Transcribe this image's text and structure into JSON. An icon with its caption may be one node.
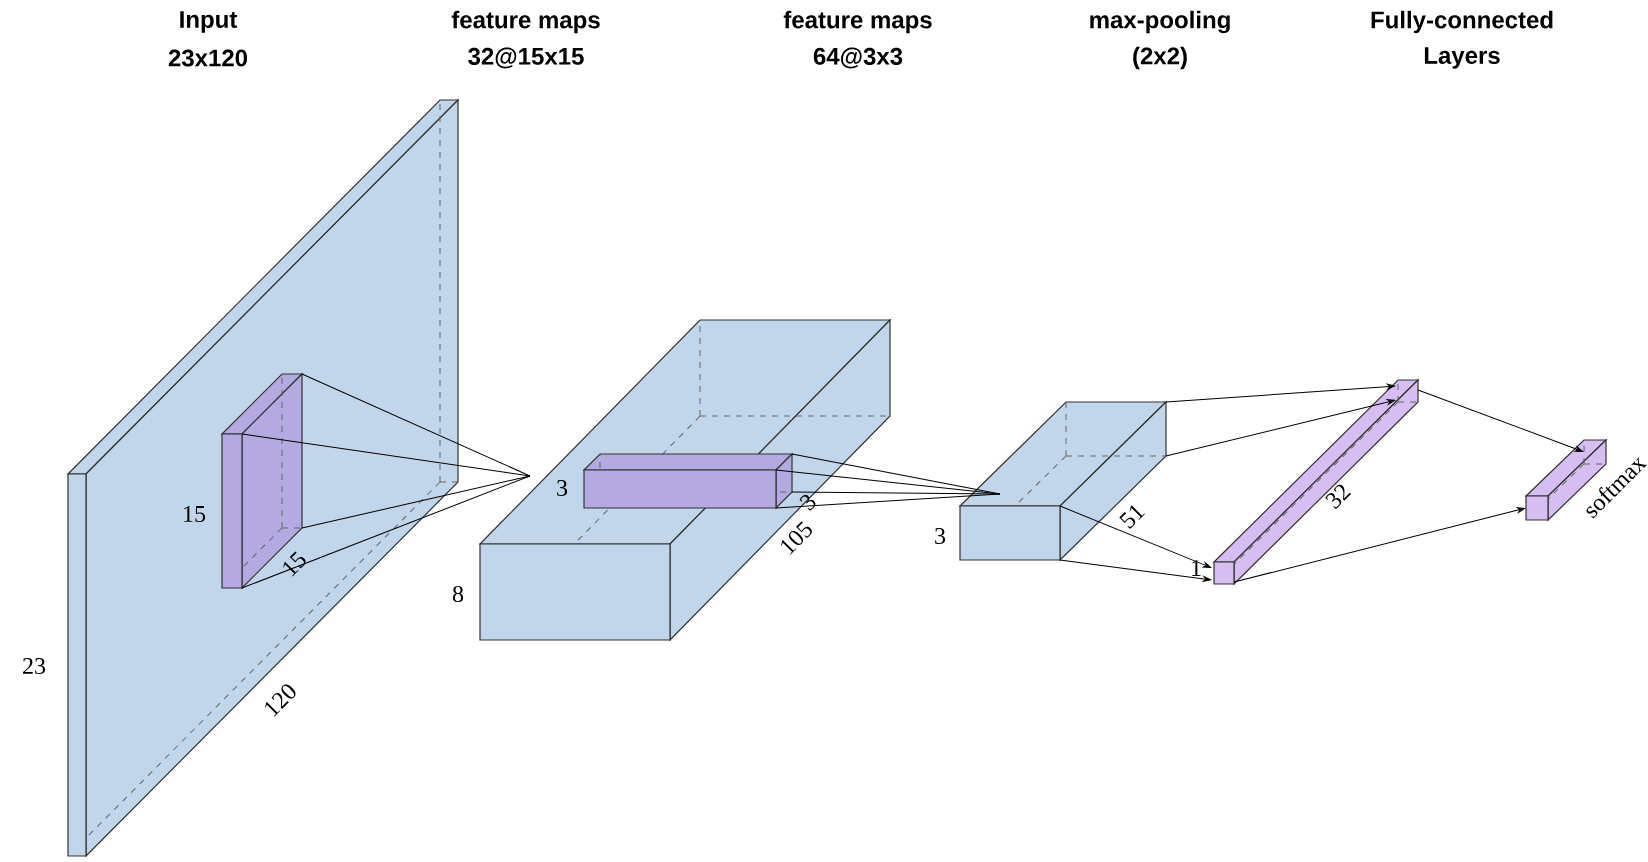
{
  "diagram": {
    "nodes": [
      {
        "text": [],
        "shape": "box"
      },
      {
        "text": [],
        "shape": "box",
        "in": 0
      },
      {
        "text": [],
        "shape": "box"
      },
      {
        "text": [],
        "shape": "box",
        "in": 2,
        "beside": [
          "3"
        ]
      },
      {
        "text": [],
        "shape": "box"
      },
      {
        "text": [],
        "shape": "box"
      },
      {
        "text": [],
        "shape": "box"
      }
    ],
    "edges": [
      {
        "from": 1,
        "to": 2,
        "arrow": "none"
      },
      {
        "from": 1,
        "to": 2,
        "arrow": "none"
      },
      {
        "from": 1,
        "to": 2,
        "arrow": "none"
      },
      {
        "from": 1,
        "to": 2,
        "arrow": "none"
      },
      {
        "from": 3,
        "to": 4,
        "arrow": "none"
      },
      {
        "from": 3,
        "to": 4,
        "arrow": "none"
      },
      {
        "from": 3,
        "to": 4,
        "arrow": "none"
      },
      {
        "from": 3,
        "to": 4,
        "arrow": "none"
      },
      {
        "from": 4,
        "to": 5,
        "arrow": "to"
      },
      {
        "from": 4,
        "to": 5,
        "arrow": "to"
      },
      {
        "from": 4,
        "to": 5,
        "arrow": "to"
      },
      {
        "from": 4,
        "to": 5,
        "arrow": "to"
      },
      {
        "from": 5,
        "to": 6,
        "arrow": "to"
      },
      {
        "from": 5,
        "to": 6,
        "arrow": "to"
      }
    ],
    "labels": [
      "Input",
      "23x120",
      "feature maps",
      "32@15x15",
      "feature maps",
      "64@3x3",
      "max-pooling",
      "(2x2)",
      "Fully-connected",
      "Layers",
      "15",
      "3",
      "15",
      "3",
      "8",
      "105",
      "51",
      "32",
      "softmax",
      "1",
      "23",
      "120"
    ]
  }
}
